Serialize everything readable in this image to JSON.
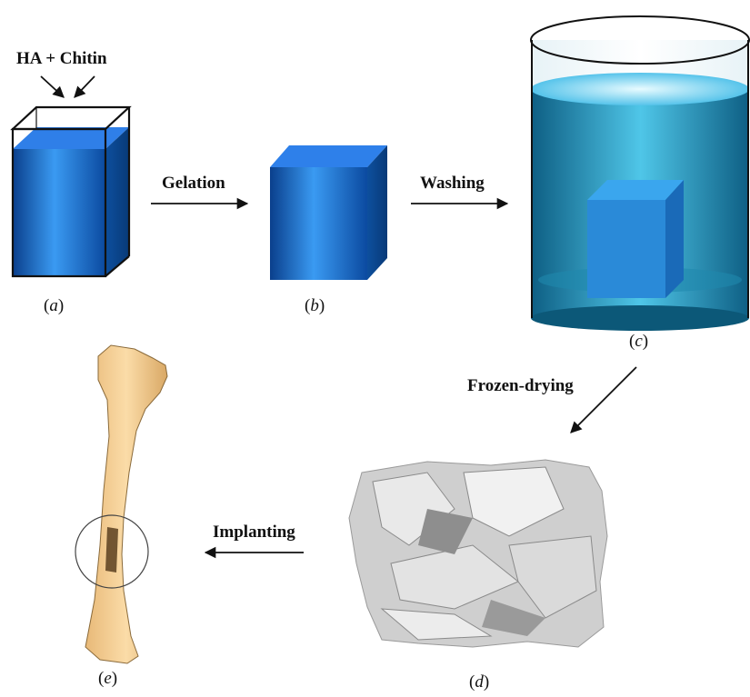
{
  "top_label": "HA + Chitin",
  "steps": {
    "gelation": "Gelation",
    "washing": "Washing",
    "frozen_drying": "Frozen-drying",
    "implanting": "Implanting"
  },
  "panel_labels": {
    "a": "a",
    "b": "b",
    "c": "c",
    "d": "d",
    "e": "e"
  },
  "colors": {
    "liquid_blue": "#1a6fd0",
    "liquid_top": "#2f8ff0",
    "water_blue": "#2aa0c8",
    "bone": "#f2cf96",
    "scaffold": "#c9c9c9"
  }
}
